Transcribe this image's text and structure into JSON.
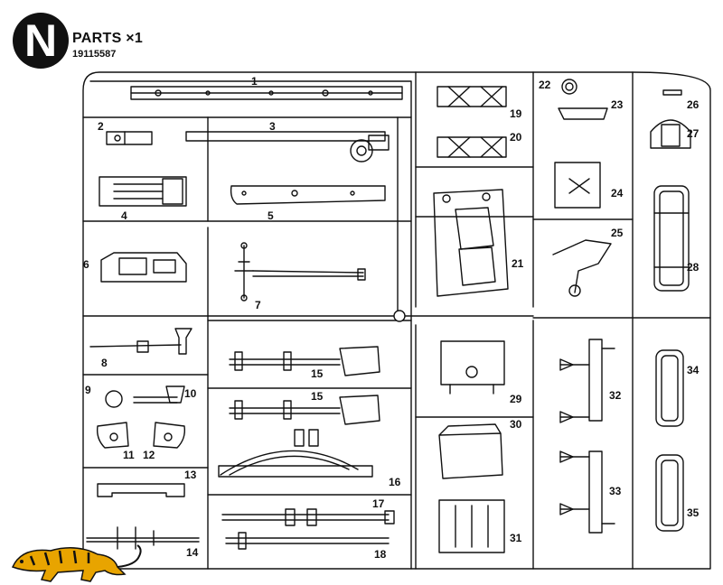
{
  "header": {
    "letter": "N",
    "parts_label": "PARTS ×1",
    "part_number": "19115587"
  },
  "parts": {
    "p1": "1",
    "p2": "2",
    "p3": "3",
    "p4": "4",
    "p5": "5",
    "p6": "6",
    "p7": "7",
    "p8": "8",
    "p9": "9",
    "p10": "10",
    "p11": "11",
    "p12": "12",
    "p13": "13",
    "p14": "14",
    "p15a": "15",
    "p15b": "15",
    "p16": "16",
    "p17": "17",
    "p18": "18",
    "p19": "19",
    "p20": "20",
    "p21": "21",
    "p22": "22",
    "p23": "23",
    "p24": "24",
    "p25": "25",
    "p26": "26",
    "p27": "27",
    "p28": "28",
    "p29": "29",
    "p30": "30",
    "p31": "31",
    "p32": "32",
    "p33": "33",
    "p34": "34",
    "p35": "35"
  },
  "colors": {
    "ink": "#111111",
    "logo_fill": "#e8a400"
  }
}
